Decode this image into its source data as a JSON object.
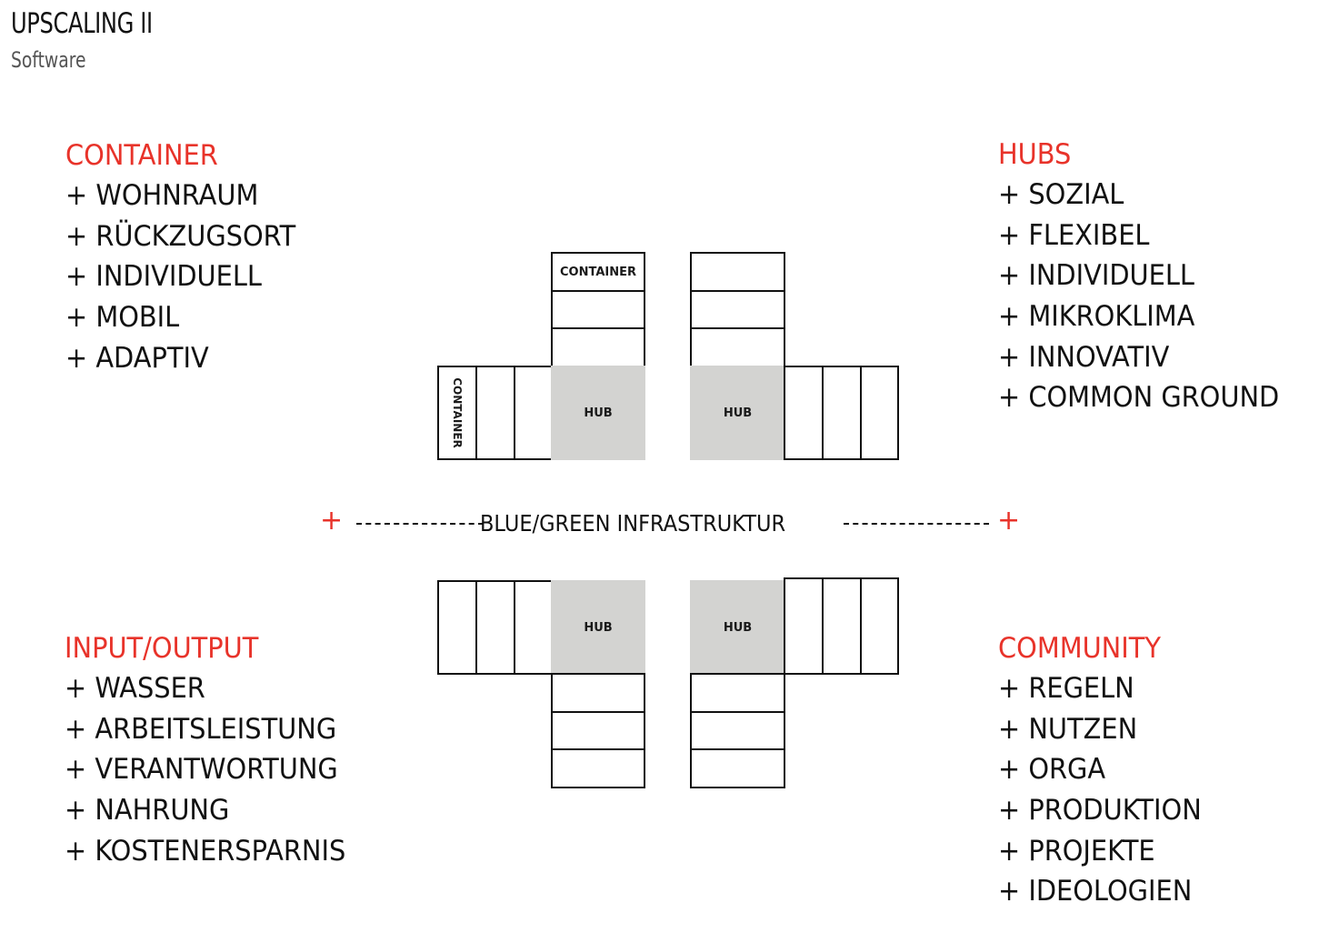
{
  "header": {
    "title": "UPSCALING II",
    "subtitle": "Software"
  },
  "colors": {
    "accent": "#e8332a",
    "text": "#111111",
    "hub_fill": "#d3d3d1"
  },
  "groups": {
    "container": {
      "heading": "CONTAINER",
      "items": [
        "+ WOHNRAUM",
        "+ RÜCKZUGSORT",
        "+ INDIVIDUELL",
        "+ MOBIL",
        "+ ADAPTIV"
      ]
    },
    "hubs": {
      "heading": "HUBS",
      "items": [
        "+ SOZIAL",
        "+ FLEXIBEL",
        "+ INDIVIDUELL",
        "+ MIKROKLIMA",
        "+ INNOVATIV",
        "+ COMMON GROUND"
      ]
    },
    "input_output": {
      "heading": "INPUT/OUTPUT",
      "items": [
        "+ WASSER",
        "+ ARBEITSLEISTUNG",
        "+ VERANTWORTUNG",
        "+ NAHRUNG",
        "+ KOSTENERSPARNIS"
      ]
    },
    "community": {
      "heading": "COMMUNITY",
      "items": [
        "+ REGELN",
        "+ NUTZEN",
        "+ ORGA",
        "+ PRODUKTION",
        "+ PROJEKTE",
        "+ IDEOLOGIEN"
      ]
    }
  },
  "diagram": {
    "container_label": "CONTAINER",
    "hub_label": "HUB",
    "infrastructure_label": "BLUE/GREEN INFRASTRUKTUR",
    "connector_symbol": "+"
  }
}
